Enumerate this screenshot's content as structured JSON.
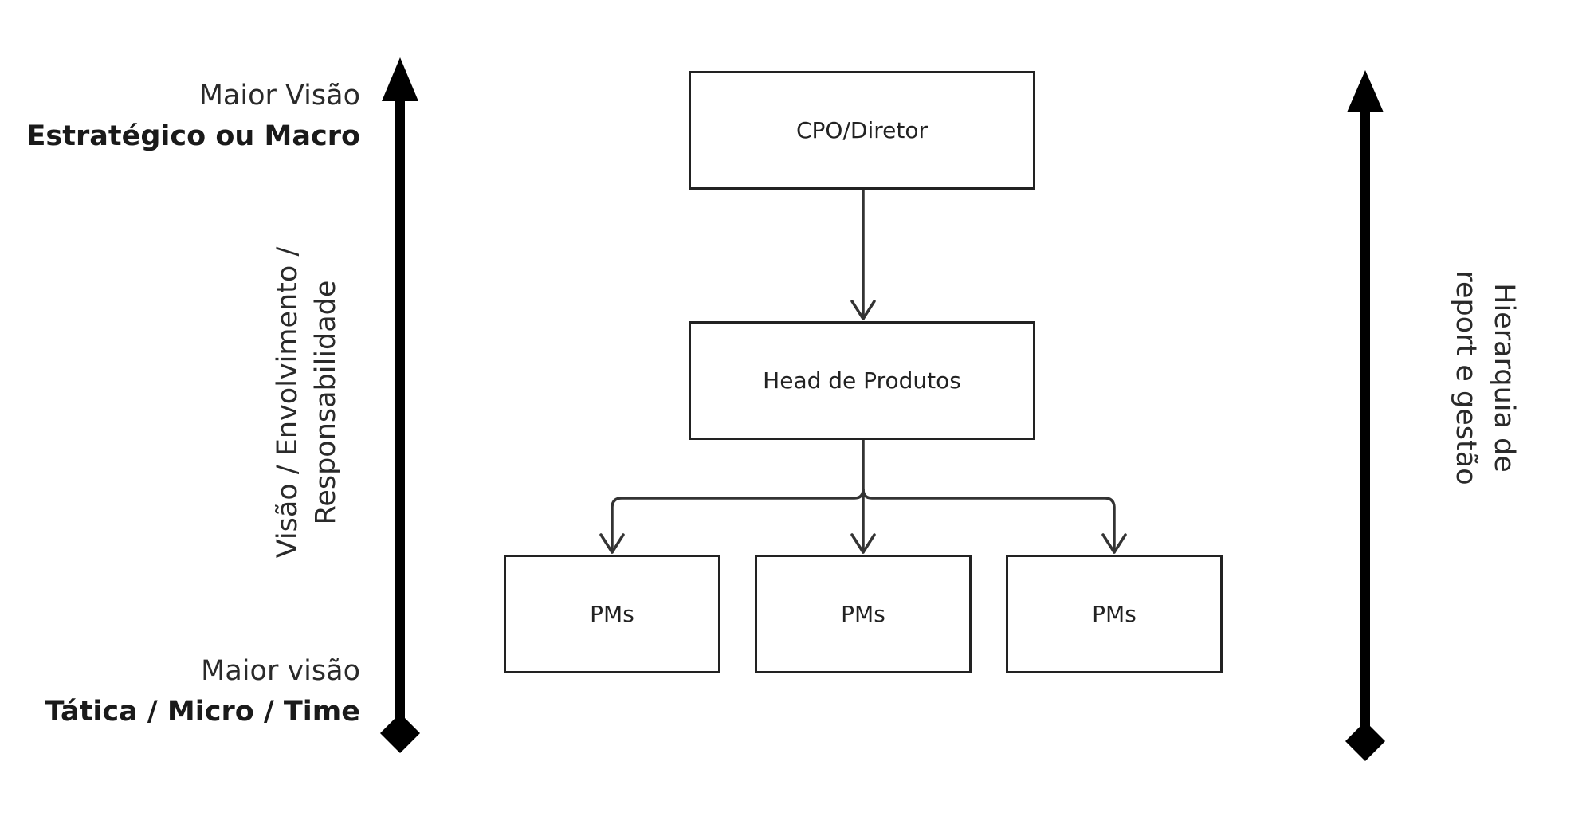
{
  "left_axis": {
    "top_label_line1": "Maior Visão",
    "top_label_line2": "Estratégico ou  Macro",
    "bottom_label_line1": "Maior visão",
    "bottom_label_line2": "Tática  / Micro / Time",
    "side_label_line1": "Visão / Envolvimento /",
    "side_label_line2": "Responsabilidade"
  },
  "right_axis": {
    "side_label_line1": "Hierarquia de",
    "side_label_line2": "report e gestão"
  },
  "org_chart": {
    "top_node": "CPO/Diretor",
    "middle_node": "Head de Produtos",
    "leaf_nodes": [
      "PMs",
      "PMs",
      "PMs"
    ]
  },
  "colors": {
    "axis": "#000000",
    "connector": "#333333",
    "box_border": "#222222"
  }
}
